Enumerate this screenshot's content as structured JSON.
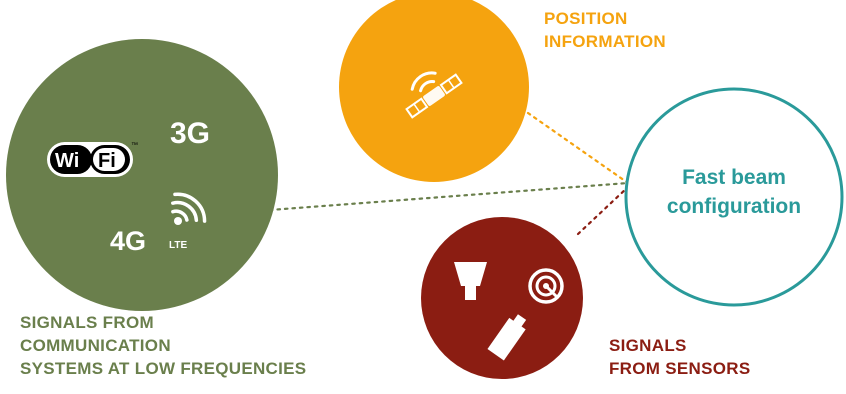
{
  "labels": {
    "position": "POSITION INFORMATION",
    "signals_comm_line1": "SIGNALS FROM",
    "signals_comm_line2": "COMMUNICATION",
    "signals_comm_line3": "SYSTEMS AT LOW FREQUENCIES",
    "signals_sensors_line1": "SIGNALS",
    "signals_sensors_line2": "FROM SENSORS",
    "center_line1": "Fast beam",
    "center_line2": "configuration"
  },
  "comm_circle": {
    "label_3g": "3G",
    "label_4g": "4G",
    "label_lte": "LTE",
    "wifi_left": "Wi",
    "wifi_right": "Fi",
    "wifi_tm": "™"
  },
  "icons": [
    "wifi-logo-icon",
    "4g-lte-icon",
    "satellite-icon",
    "camera-icon",
    "radar-icon",
    "lidar-icon"
  ],
  "colors": {
    "green": "#6a7f4c",
    "orange": "#f5a30f",
    "dark_red": "#8b1d12",
    "teal": "#2a9a9a"
  }
}
